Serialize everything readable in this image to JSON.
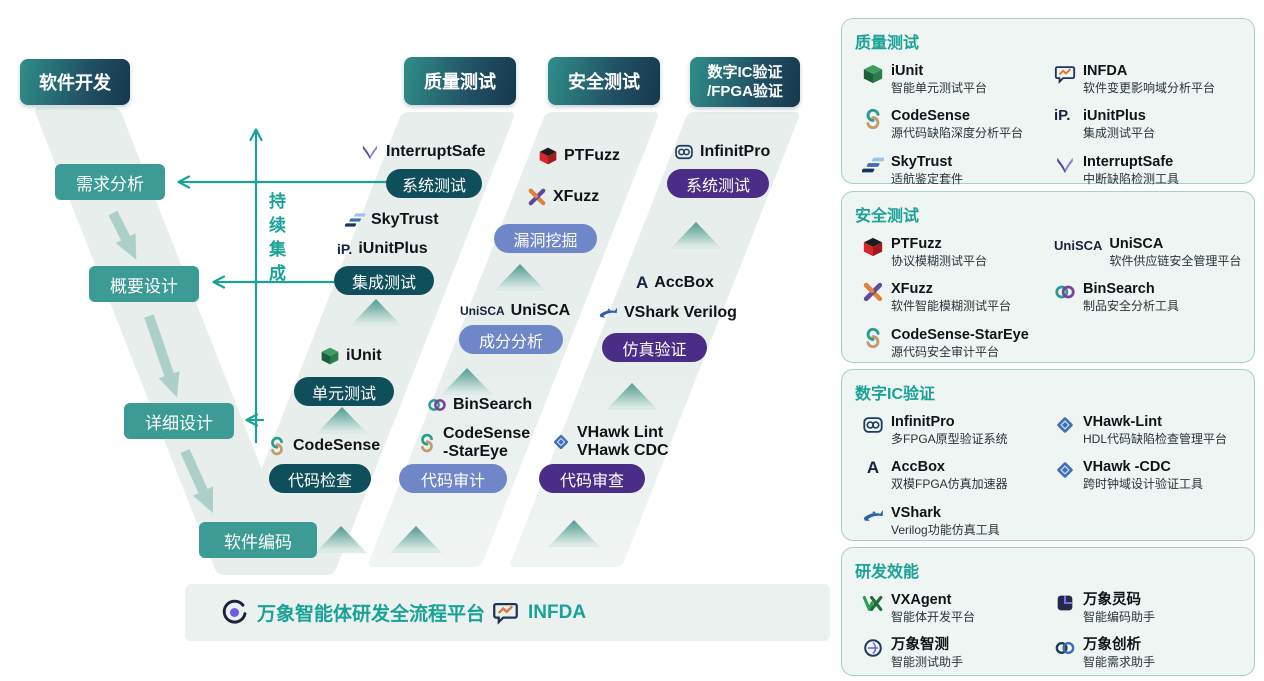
{
  "diagram": {
    "dev_header": "软件开发",
    "stages": [
      "需求分析",
      "概要设计",
      "详细设计",
      "软件编码"
    ],
    "ci_label": "持续集成",
    "col_headers": {
      "quality": "质量测试",
      "security": "安全测试",
      "ic_line1": "数字IC验证",
      "ic_line2": "/FPGA验证"
    },
    "pills": {
      "q_sys": "系统测试",
      "q_int": "集成测试",
      "q_unit": "单元测试",
      "q_check": "代码检查",
      "s_vuln": "漏洞挖掘",
      "s_comp": "成分分析",
      "s_audit": "代码审计",
      "ic_sys": "系统测试",
      "ic_sim": "仿真验证",
      "ic_review": "代码审查"
    },
    "products": {
      "interruptsafe": "InterruptSafe",
      "skytrust": "SkyTrust",
      "iunitplus": "iUnitPlus",
      "iunit": "iUnit",
      "codesense": "CodeSense",
      "ptfuzz": "PTFuzz",
      "xfuzz": "XFuzz",
      "unisca": "UniSCA",
      "binsearch": "BinSearch",
      "stareye1": "CodeSense",
      "stareye2": "-StarEye",
      "vhawk1": "VHawk Lint",
      "vhawk2": "VHawk CDC",
      "vshark": "VShark Verilog",
      "accbox": "AccBox",
      "infinitpro": "InfinitPro"
    },
    "text_logos": {
      "iunitplus": "iP.",
      "unisca": "UniSCA",
      "vxagent": "VX",
      "accbox": "A"
    },
    "footer": {
      "platform": "万象智能体研发全流程平台",
      "infda": "INFDA"
    }
  },
  "panel": {
    "cards": [
      {
        "title": "质量测试",
        "items": [
          {
            "name": "iUnit",
            "desc": "智能单元测试平台"
          },
          {
            "name": "INFDA",
            "desc": "软件变更影响域分析平台"
          },
          {
            "name": "CodeSense",
            "desc": "源代码缺陷深度分析平台"
          },
          {
            "name": "iUnitPlus",
            "desc": "集成测试平台"
          },
          {
            "name": "SkyTrust",
            "desc": "适航鉴定套件"
          },
          {
            "name": "InterruptSafe",
            "desc": "中断缺陷检测工具"
          }
        ]
      },
      {
        "title": "安全测试",
        "items": [
          {
            "name": "PTFuzz",
            "desc": "协议模糊测试平台"
          },
          {
            "name": "UniSCA",
            "desc": "软件供应链安全管理平台"
          },
          {
            "name": "XFuzz",
            "desc": "软件智能模糊测试平台"
          },
          {
            "name": "BinSearch",
            "desc": "制品安全分析工具"
          },
          {
            "name": "CodeSense-StarEye",
            "desc": "源代码安全审计平台"
          }
        ]
      },
      {
        "title": "数字IC验证",
        "items": [
          {
            "name": "InfinitPro",
            "desc": "多FPGA原型验证系统"
          },
          {
            "name": "VHawk-Lint",
            "desc": "HDL代码缺陷检查管理平台"
          },
          {
            "name": "AccBox",
            "desc": "双模FPGA仿真加速器"
          },
          {
            "name": "VHawk -CDC",
            "desc": "跨时钟域设计验证工具"
          },
          {
            "name": "VShark",
            "desc": "Verilog功能仿真工具"
          }
        ]
      },
      {
        "title": "研发效能",
        "items": [
          {
            "name": "VXAgent",
            "desc": "智能体开发平台"
          },
          {
            "name": "万象灵码",
            "desc": "智能编码助手"
          },
          {
            "name": "万象智测",
            "desc": "智能测试助手"
          },
          {
            "name": "万象创析",
            "desc": "智能需求助手"
          }
        ]
      }
    ]
  },
  "colors": {
    "accent_teal": "#1aa296",
    "stage_teal": "#3c9c95",
    "pill_dark_teal": "#0f4f5c",
    "pill_blue": "#6f86c8",
    "pill_purple": "#4a2d86",
    "band": "#e7eeeb"
  }
}
